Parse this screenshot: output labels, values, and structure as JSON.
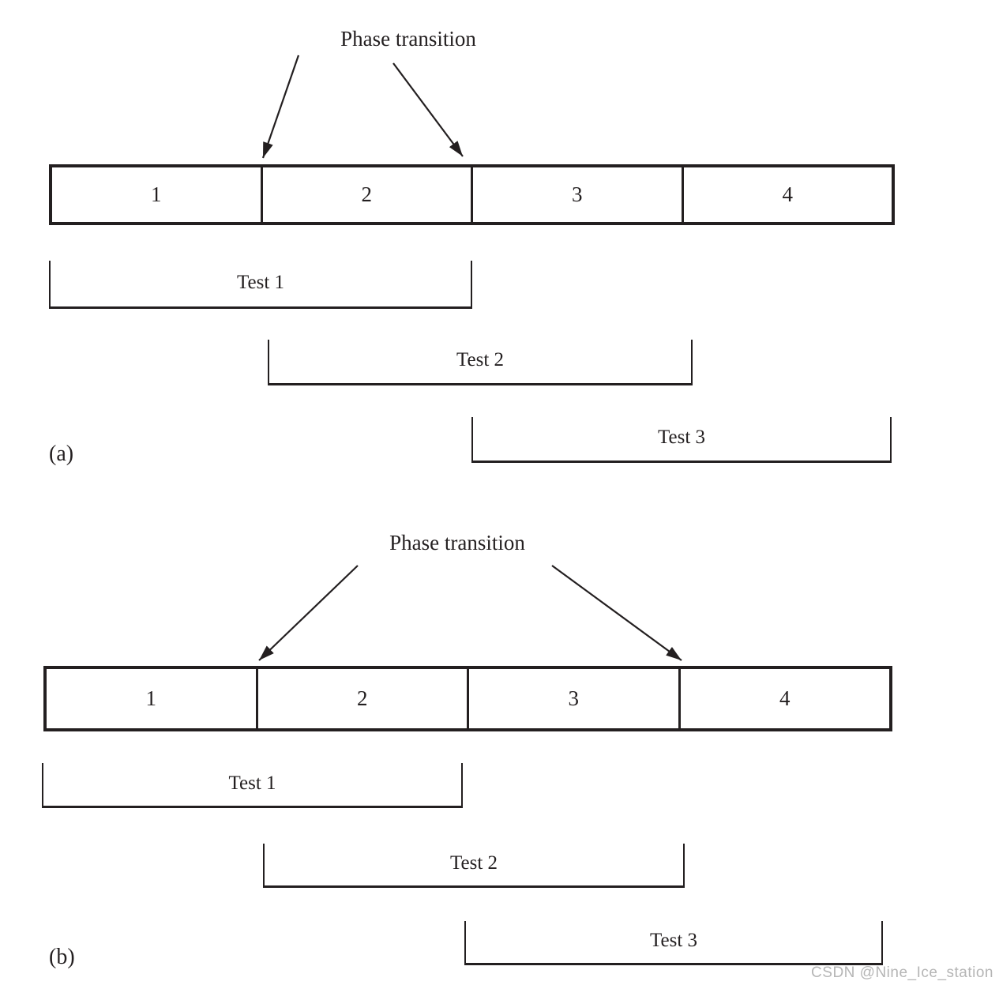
{
  "line_color": "#231f20",
  "watermark": {
    "text": "CSDN @Nine_Ice_station",
    "color": "#b5b5b5"
  },
  "diagrams": {
    "a": {
      "caption": "(a)",
      "annotation": "Phase transition",
      "segments": [
        "1",
        "2",
        "3",
        "4"
      ],
      "tests": [
        "Test 1",
        "Test 2",
        "Test 3"
      ]
    },
    "b": {
      "caption": "(b)",
      "annotation": "Phase transition",
      "segments": [
        "1",
        "2",
        "3",
        "4"
      ],
      "tests": [
        "Test 1",
        "Test 2",
        "Test 3"
      ]
    }
  }
}
